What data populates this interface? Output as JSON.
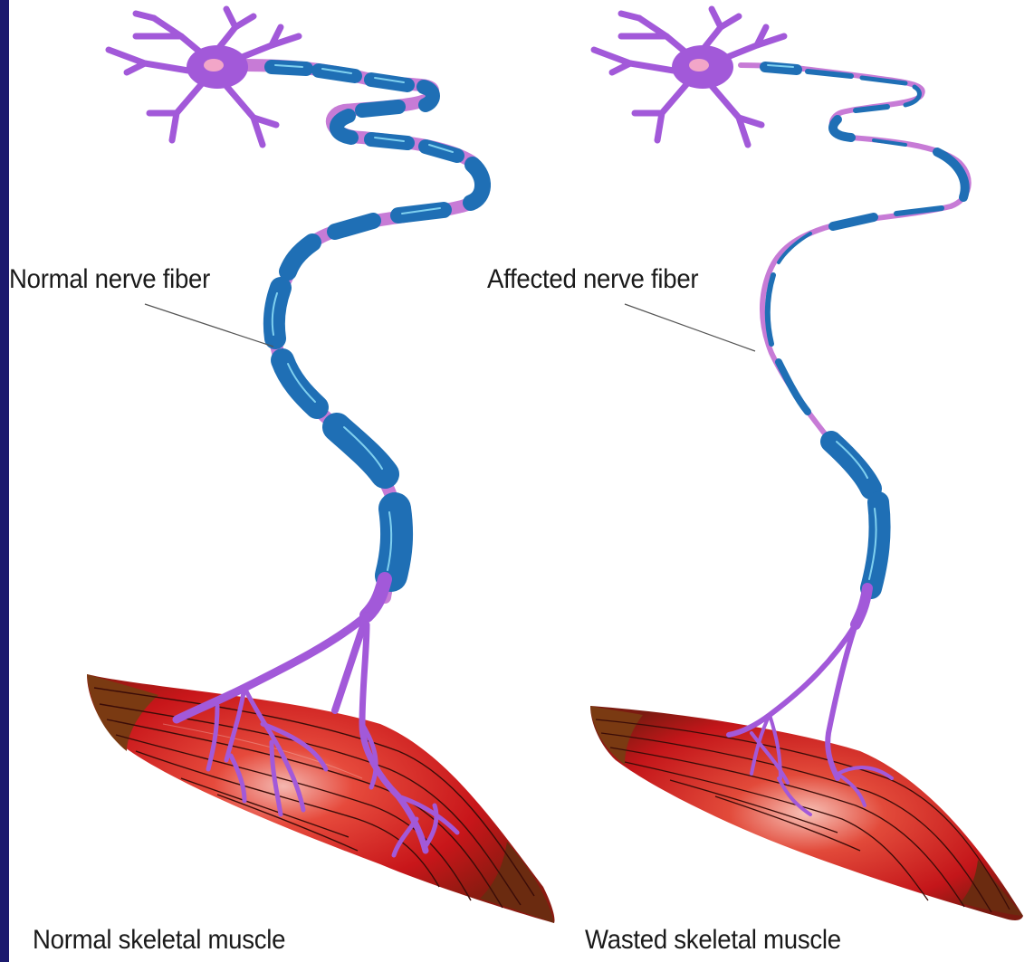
{
  "labels": {
    "normal_fiber": "Normal nerve fiber",
    "affected_fiber": "Affected nerve fiber",
    "normal_muscle": "Normal skeletal muscle",
    "wasted_muscle": "Wasted skeletal muscle"
  },
  "colors": {
    "background": "#ffffff",
    "slide_frame": "#1b1a6e",
    "neuron": "#a259d9",
    "nucleus": "#f2a6c8",
    "myelin": "#1f6fb5",
    "myelin_highlight": "#7fd0ef",
    "node_of_ranvier": "#c77bd6",
    "muscle": "#d11b1b",
    "muscle_dark": "#6b2b12",
    "text": "#1a1a1a"
  }
}
